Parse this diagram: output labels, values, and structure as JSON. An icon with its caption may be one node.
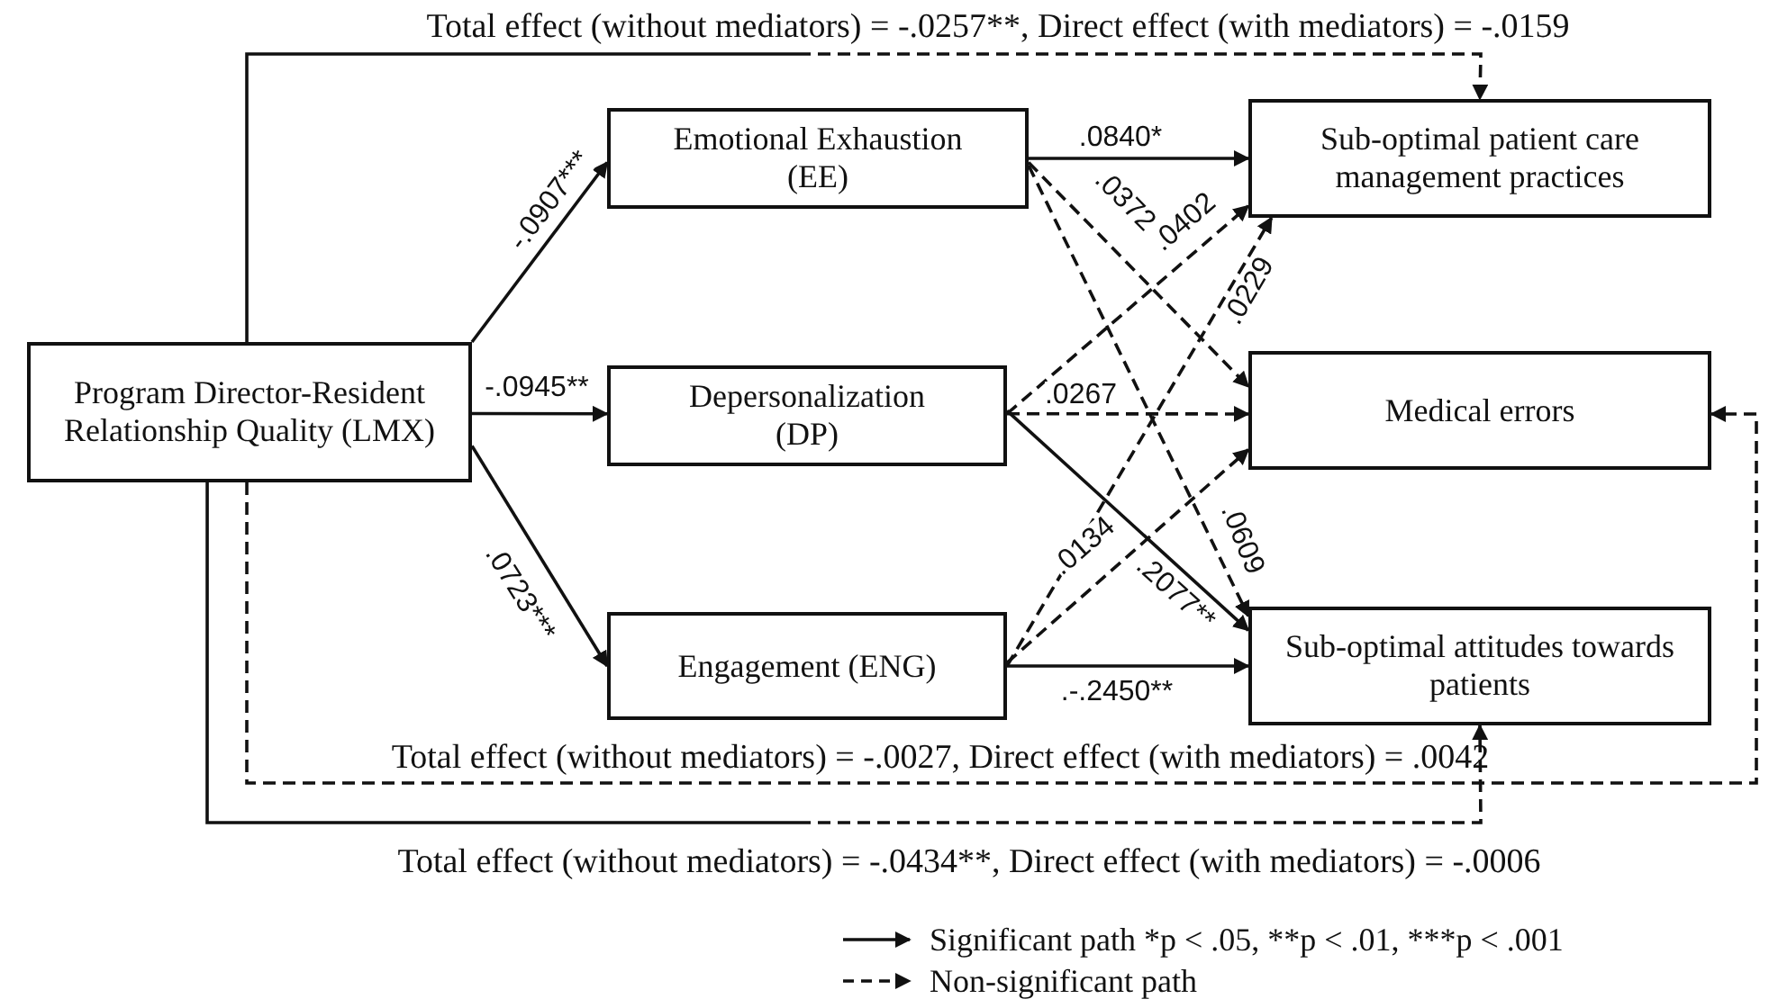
{
  "diagram": {
    "nodes": [
      {
        "text": [
          "Program Director-Resident Relationship Quality (LMX)"
        ]
      },
      {
        "text": [
          "Emotional Exhaustion (EE)"
        ]
      },
      {
        "text": [
          "Depersonalization (DP)"
        ]
      },
      {
        "text": [
          "Engagement (ENG)"
        ]
      },
      {
        "text": [
          "Sub-optimal patient care management practices"
        ]
      },
      {
        "text": [
          "Medical errors"
        ]
      },
      {
        "text": [
          "Sub-optimal attitudes towards patients"
        ]
      }
    ],
    "edges": [
      {
        "from": 0,
        "to": 1,
        "arrow": "to",
        "label": "-.0907***"
      },
      {
        "from": 0,
        "to": 2,
        "arrow": "to",
        "label": "-.0945**"
      },
      {
        "from": 0,
        "to": 3,
        "arrow": "to",
        "label": ".0723***"
      },
      {
        "from": 1,
        "to": 4,
        "arrow": "to",
        "label": ".0840*"
      },
      {
        "from": 1,
        "to": 5,
        "arrow": "to",
        "label": ".0372",
        "style": "dashed"
      },
      {
        "from": 1,
        "to": 6,
        "arrow": "to",
        "label": ".0609",
        "style": "dashed"
      },
      {
        "from": 2,
        "to": 4,
        "arrow": "to",
        "label": ".0402",
        "style": "dashed"
      },
      {
        "from": 2,
        "to": 5,
        "arrow": "to",
        "label": ".0267",
        "style": "dashed"
      },
      {
        "from": 2,
        "to": 6,
        "arrow": "to",
        "label": ".2077**"
      },
      {
        "from": 3,
        "to": 4,
        "arrow": "to",
        "label": ".0229",
        "style": "dashed"
      },
      {
        "from": 3,
        "to": 5,
        "arrow": "to",
        "label": ".0134",
        "style": "dashed"
      },
      {
        "from": 3,
        "to": 6,
        "arrow": "to",
        "label": ".-.2450**"
      },
      {
        "from": 0,
        "to": 4,
        "arrow": "to",
        "label": "Total effect (without mediators) = -.0257**, Direct effect (with mediators) = -.0159",
        "style": "dashed"
      },
      {
        "from": 0,
        "to": 5,
        "arrow": "to",
        "label": "Total effect (without mediators) = -.0027, Direct effect (with mediators) = .0042",
        "style": "dashed"
      },
      {
        "from": 0,
        "to": 6,
        "arrow": "to",
        "label": "Total effect (without mediators) = -.0434**, Direct effect (with mediators) = -.0006",
        "style": "dashed"
      }
    ],
    "legend": [
      {
        "text": "Significant path *p < .05, **p < .01, ***p < .001"
      },
      {
        "text": "Non-significant path"
      }
    ]
  }
}
